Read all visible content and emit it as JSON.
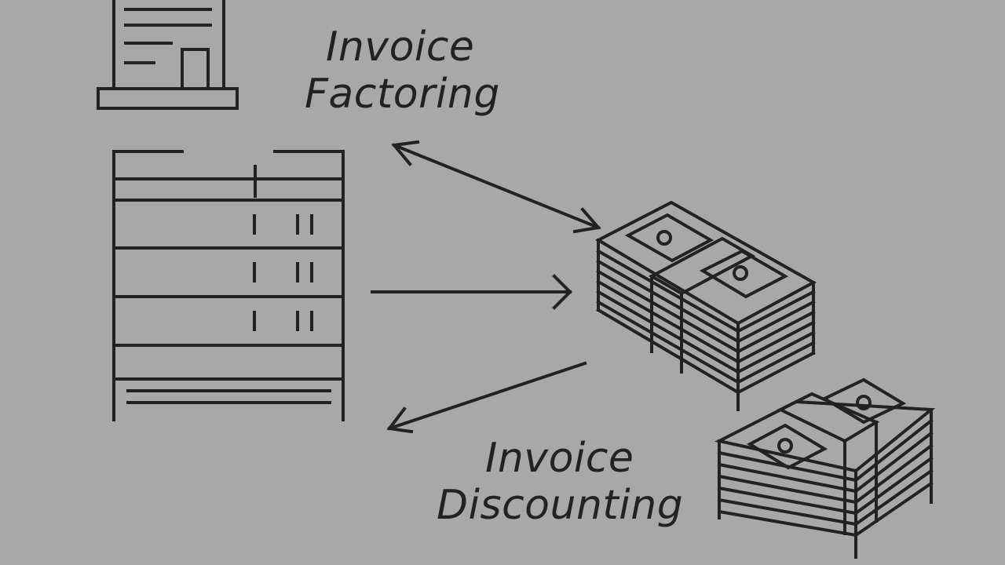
{
  "labels": {
    "factoring": {
      "line1": "Invoice",
      "line2": "Factoring"
    },
    "discounting": {
      "line1": "Invoice",
      "line2": "Discounting"
    }
  },
  "colors": {
    "background": "#a8a8a8",
    "ink": "#222222"
  },
  "icons": {
    "building": "building-icon",
    "ledger": "invoice-ledger-icon",
    "cash_top": "cash-stack-icon",
    "cash_bottom": "cash-stack-icon",
    "arrows": [
      "double-arrow-icon",
      "arrow-right-icon",
      "arrow-left-icon"
    ]
  }
}
